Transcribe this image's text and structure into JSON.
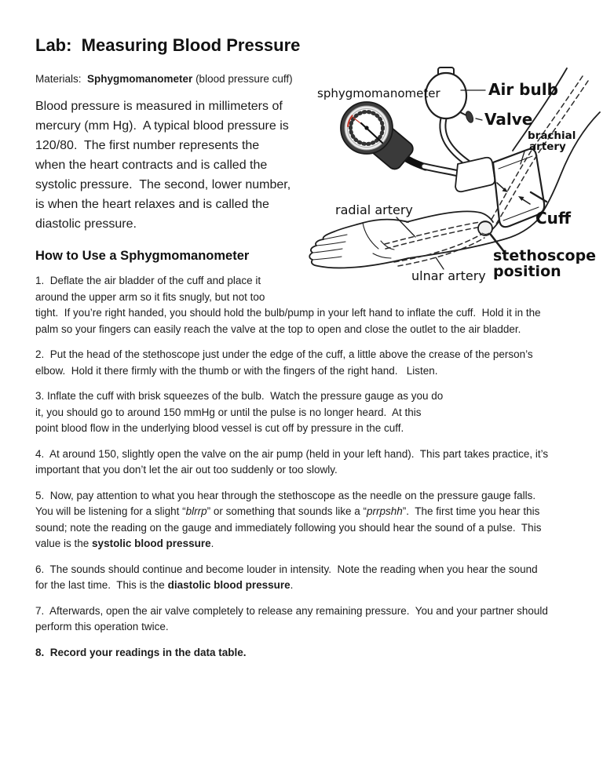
{
  "doc": {
    "title": "Lab:  Measuring Blood Pressure",
    "materials": {
      "label": "Materials:  ",
      "item": "Sphygmomanometer",
      "suffix": " (blood pressure cuff)"
    },
    "intro": "Blood pressure is measured in millimeters of\nmercury (mm Hg).  A typical blood pressure is\n120/80.  The first number represents the\nwhen the heart contracts and is called the\nsystolic pressure.  The second, lower number,\nis when the heart relaxes and is called the\ndiastolic pressure.",
    "section_heading": "How to Use a Sphygmomanometer",
    "steps": [
      {
        "runs": [
          {
            "t": "1.  Deflate the air bladder of the cuff and place it\naround the upper arm so it fits snugly, but not too\ntight.  If you’re right handed, you should hold the bulb/pump in your left hand to inflate the cuff.  Hold it in the\npalm so your fingers can easily reach the valve at the top to open and close the outlet to the air bladder."
          }
        ]
      },
      {
        "runs": [
          {
            "t": "2.  Put the head of the stethoscope just under the edge of the cuff, a little above the crease of the person’s\nelbow.  Hold it there firmly with the thumb or with the fingers of the right hand.   Listen."
          }
        ]
      },
      {
        "runs": [
          {
            "t": "3. Inflate the cuff with brisk squeezes of the bulb.  Watch the pressure gauge as you do\nit, you should go to around 150 mmHg or until the pulse is no longer heard.  At this\npoint blood flow in the underlying blood vessel is cut off by pressure in the cuff."
          }
        ]
      },
      {
        "runs": [
          {
            "t": "4.  At around 150, slightly open the valve on the air pump (held in your left hand).  This part takes practice, it’s\nimportant that you don’t let the air out too suddenly or too slowly."
          }
        ]
      },
      {
        "runs": [
          {
            "t": "5.  Now, pay attention to what you hear through the stethoscope as the needle on the pressure gauge falls.\nYou will be listening for a slight “"
          },
          {
            "t": "blrrp",
            "i": true
          },
          {
            "t": "” or something that sounds like a “"
          },
          {
            "t": "prrpshh",
            "i": true
          },
          {
            "t": "”.  The first time you hear this\nsound; note the reading on the gauge and immediately following you should hear the sound of a pulse.  This\nvalue is the "
          },
          {
            "t": "systolic blood pressure",
            "b": true
          },
          {
            "t": "."
          }
        ]
      },
      {
        "runs": [
          {
            "t": "6.  The sounds should continue and become louder in intensity.  Note the reading when you hear the sound\nfor the last time.  This is the "
          },
          {
            "t": "diastolic blood pressure",
            "b": true
          },
          {
            "t": "."
          }
        ]
      },
      {
        "runs": [
          {
            "t": "7.  Afterwards, open the air valve completely to release any remaining pressure.  You and your partner should\nperform this operation twice."
          }
        ]
      },
      {
        "runs": [
          {
            "t": "8.  Record your readings in the data table.",
            "b": true
          }
        ]
      }
    ],
    "figure": {
      "labels": {
        "sphygmomanometer": "sphygmomanometer",
        "air_bulb": "Air bulb",
        "valve": "Valve",
        "brachial_line1": "brachial",
        "brachial_line2": "artery",
        "radial_artery": "radial artery",
        "cuff": "Cuff",
        "stethoscope_line1": "stethoscope",
        "stethoscope_line2": "position",
        "ulnar_artery": "ulnar artery"
      }
    }
  }
}
